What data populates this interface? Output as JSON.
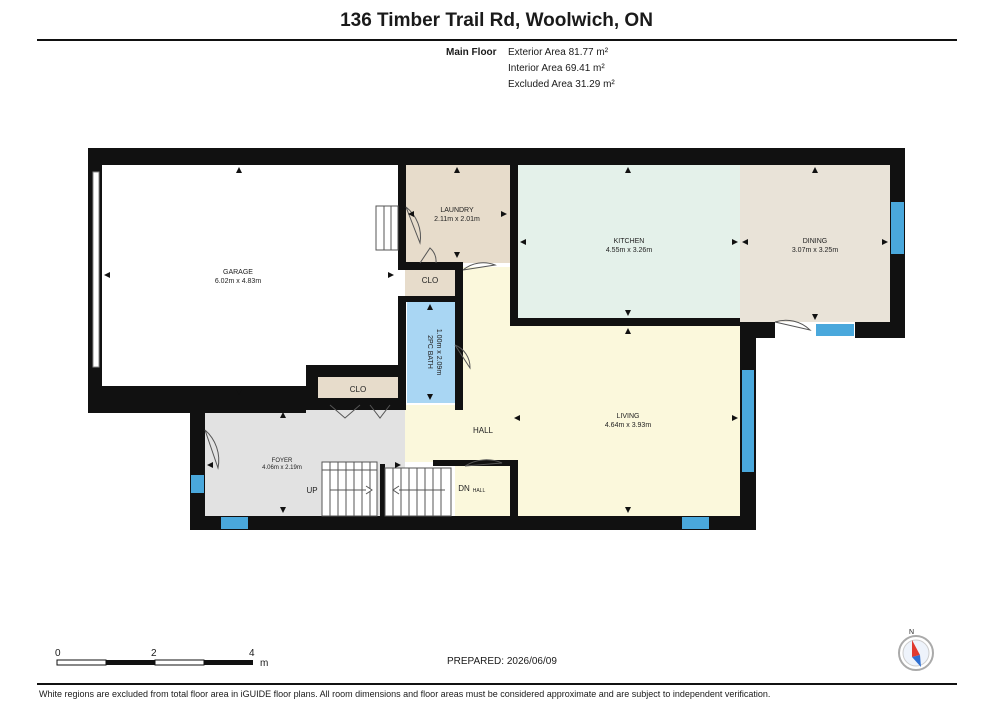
{
  "header": {
    "title": "136 Timber Trail Rd, Woolwich, ON"
  },
  "floor": {
    "name": "Main Floor",
    "exterior_area": "Exterior Area 81.77 m²",
    "interior_area": "Interior Area 69.41 m²",
    "excluded_area": "Excluded Area 31.29 m²"
  },
  "rooms": {
    "garage": {
      "name": "GARAGE",
      "dims": "6.02m x 4.83m"
    },
    "laundry": {
      "name": "LAUNDRY",
      "dims": "2.11m x 2.01m"
    },
    "kitchen": {
      "name": "KITCHEN",
      "dims": "4.55m x 3.26m"
    },
    "dining": {
      "name": "DINING",
      "dims": "3.07m x 3.25m"
    },
    "living": {
      "name": "LIVING",
      "dims": "4.64m x 3.93m"
    },
    "foyer": {
      "name": "FOYER",
      "dims": "4.06m x 2.19m"
    },
    "bath": {
      "name": "2PC BATH",
      "dims": "1.00m x 2.09m"
    },
    "clo1": {
      "name": "CLO"
    },
    "clo2": {
      "name": "CLO"
    },
    "hall": {
      "name": "HALL"
    },
    "hall2": {
      "name": "HALL"
    },
    "stairs_up": {
      "name": "UP"
    },
    "stairs_down": {
      "name": "DN"
    }
  },
  "scale": {
    "labels": [
      "0",
      "2",
      "4"
    ],
    "unit": "m"
  },
  "compass": {
    "north": "N"
  },
  "prepared": "PREPARED: 2026/06/09",
  "footer": "White regions are excluded from total floor area in iGUIDE floor plans. All room dimensions and floor areas must be considered approximate and are subject to independent verification.",
  "colors": {
    "wall": "#111111",
    "laundry": "#e7dccb",
    "kitchen": "#e4f1ea",
    "dining": "#e9e3d8",
    "living": "#fbf8dc",
    "foyer": "#e2e2e2",
    "bath": "#a9d6f3",
    "closet": "#e7dccb",
    "window": "#4aa8dc"
  }
}
